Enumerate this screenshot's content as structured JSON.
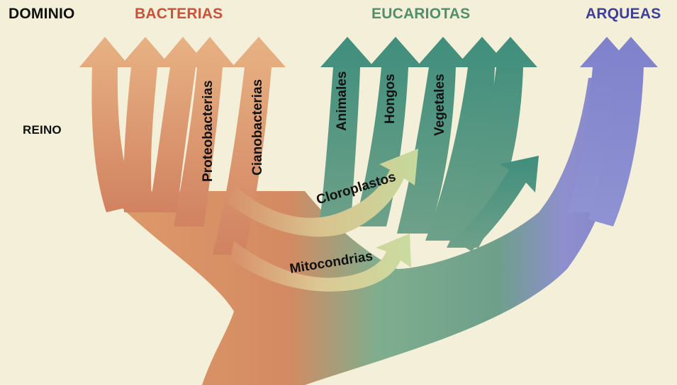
{
  "headers": {
    "dominio": "DOMINIO",
    "bacterias": "BACTERIAS",
    "eucariotas": "EUCARIOTAS",
    "arqueas": "ARQUEAS",
    "reino": "REINO"
  },
  "labels": {
    "proteobacterias": "Proteobacterias",
    "cianobacterias": "Cianobacterias",
    "animales": "Animales",
    "hongos": "Hongos",
    "vegetales": "Vegetales",
    "cloroplastos": "Cloroplastos",
    "mitocondrias": "Mitocondrias"
  },
  "colors": {
    "bacterias": "#c9523a",
    "eucariotas": "#4f8f6b",
    "arqueas": "#3d3f98",
    "text": "#111111"
  }
}
